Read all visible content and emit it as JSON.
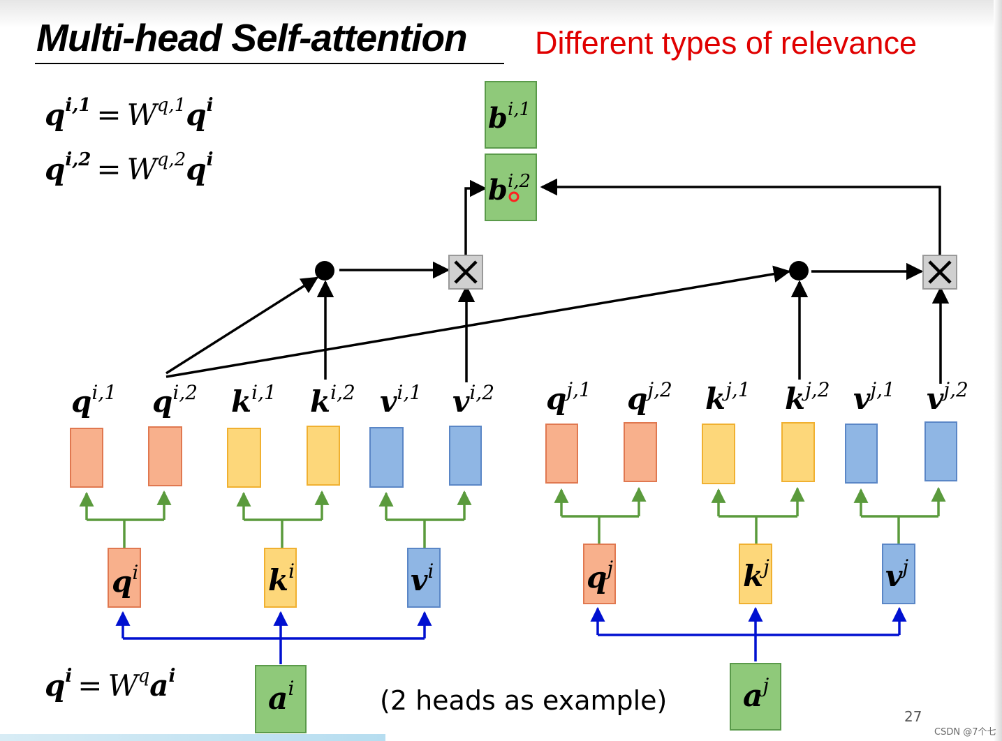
{
  "title": "Multi-head Self-attention",
  "subtitle": "Different types of relevance",
  "equations": [
    {
      "lhs": "q",
      "lhs_sup": "i,1",
      "eq": "=",
      "w": "W",
      "w_sup": "q,1",
      "rhs": "q",
      "rhs_sup": "i"
    },
    {
      "lhs": "q",
      "lhs_sup": "i,2",
      "eq": "=",
      "w": "W",
      "w_sup": "q,2",
      "rhs": "q",
      "rhs_sup": "i"
    },
    {
      "lhs": "q",
      "lhs_sup": "i",
      "eq": "=",
      "w": "W",
      "w_sup": "q",
      "rhs": "a",
      "rhs_sup": "i"
    }
  ],
  "note": "(2 heads as example)",
  "page_number": "27",
  "watermark": "CSDN @7个七",
  "outputs": [
    {
      "base": "b",
      "sup": "i,1"
    },
    {
      "base": "b",
      "sup": "i,2"
    }
  ],
  "inputs": [
    {
      "base": "a",
      "sup": "i"
    },
    {
      "base": "a",
      "sup": "j"
    }
  ],
  "projections_i": [
    {
      "base": "q",
      "sup": "i"
    },
    {
      "base": "k",
      "sup": "i"
    },
    {
      "base": "v",
      "sup": "i"
    }
  ],
  "projections_j": [
    {
      "base": "q",
      "sup": "j"
    },
    {
      "base": "k",
      "sup": "j"
    },
    {
      "base": "v",
      "sup": "j"
    }
  ],
  "heads_i": [
    {
      "base": "q",
      "sup": "i,1"
    },
    {
      "base": "q",
      "sup": "i,2"
    },
    {
      "base": "k",
      "sup": "i,1"
    },
    {
      "base": "k",
      "sup": "i,2"
    },
    {
      "base": "v",
      "sup": "i,1"
    },
    {
      "base": "v",
      "sup": "i,2"
    }
  ],
  "heads_j": [
    {
      "base": "q",
      "sup": "j,1"
    },
    {
      "base": "q",
      "sup": "j,2"
    },
    {
      "base": "k",
      "sup": "j,1"
    },
    {
      "base": "k",
      "sup": "j,2"
    },
    {
      "base": "v",
      "sup": "j,1"
    },
    {
      "base": "v",
      "sup": "j,2"
    }
  ],
  "multiply_symbol": "×",
  "colors": {
    "title_accent": "#e00000",
    "query_fill": "#f8b08c",
    "query_stroke": "#e07850",
    "key_fill": "#fdd77a",
    "key_stroke": "#f0b030",
    "value_fill": "#8fb6e4",
    "value_stroke": "#5a86c6",
    "input_fill": "#8fc97a",
    "input_stroke": "#5a9a4a",
    "green_line": "#5a9a3c",
    "blue_line": "#0010d0"
  }
}
